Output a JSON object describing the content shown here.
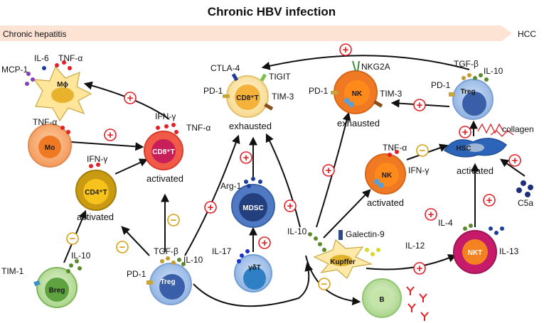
{
  "title": "Chronic HBV infection",
  "progression": {
    "start": "Chronic hepatitis",
    "end": "HCC"
  },
  "cells": {
    "macrophage": "Mϕ",
    "monocyte": "Mo",
    "cd8_activated": "CD8⁺T",
    "cd8_exhausted": "CD8⁺T",
    "cd4": "CD4⁺T",
    "breg": "Breg",
    "treg_bottom": "Treg",
    "mdsc": "MDSC",
    "gdt": "γδT",
    "nk_exhausted": "NK",
    "nk_activated": "NK",
    "treg_top": "Treg",
    "hsc": "HSC",
    "kupffer": "Kupffer",
    "nkt": "NKT",
    "b": "B"
  },
  "labels": {
    "il6": "IL-6",
    "tnfa_mphi": "TNF-α",
    "mcp1": "MCP-1",
    "tnfa_mo": "TNF-α",
    "ifng_cd8": "IFN-γ",
    "tnfa_cd8": "TNF-α",
    "ifng_cd4": "IFN-γ",
    "activated_cd8": "activated",
    "activated_cd4": "activated",
    "tim1": "TIM-1",
    "il10_breg": "IL-10",
    "tgfb_treg": "TGF-β",
    "il10_treg": "IL-10",
    "pd1_treg": "PD-1",
    "ctla4": "CTLA-4",
    "tigit": "TIGIT",
    "pd1_cd8": "PD-1",
    "tim3_cd8": "TIM-3",
    "exhausted_cd8": "exhausted",
    "arg1": "Arg-1",
    "il17": "IL-17",
    "il10_center": "IL-10",
    "nkg2a": "NKG2A",
    "pd1_nk": "PD-1",
    "tim3_nk": "TIM-3",
    "exhausted_nk": "exhausted",
    "tgfb_top": "TGF-β",
    "il10_top": "IL-10",
    "pd1_top": "PD-1",
    "collagen": "collagen",
    "activated_hsc": "activated",
    "c5a": "C5a",
    "tnfa_nk": "TNF-α",
    "ifng_nk": "IFN-γ",
    "activated_nk": "activated",
    "galectin9": "Galectin-9",
    "il12": "IL-12",
    "il4": "IL-4",
    "il13": "IL-13"
  },
  "signs": {
    "plus": "+",
    "minus": "−"
  },
  "colors": {
    "arrow_band": "#fde3d4",
    "stimulate": "#e41f26",
    "inhibit": "#d4a017"
  }
}
